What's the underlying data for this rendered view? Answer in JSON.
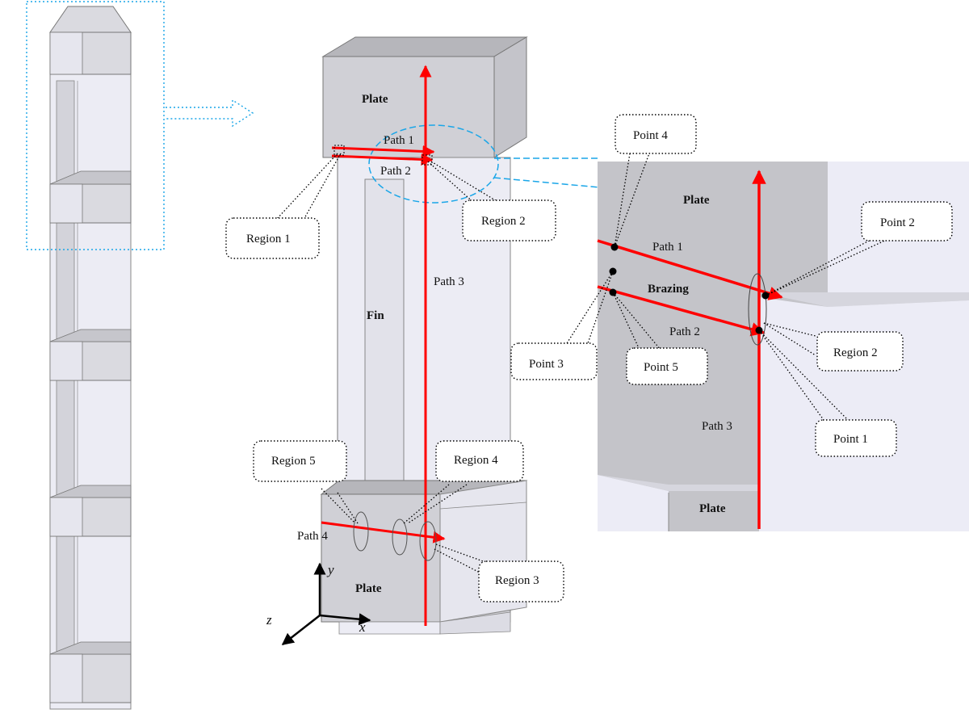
{
  "labels": {
    "plate_top": "Plate",
    "plate_bottom": "Plate",
    "fin": "Fin",
    "path1": "Path 1",
    "path2": "Path 2",
    "path3": "Path 3",
    "path4": "Path 4",
    "region1": "Region 1",
    "region2": "Region 2",
    "region3": "Region 3",
    "region4": "Region 4",
    "region5": "Region 5"
  },
  "axes": {
    "x": "x",
    "y": "y",
    "z": "z"
  },
  "detail": {
    "plate_top": "Plate",
    "plate_bottom": "Plate",
    "brazing": "Brazing",
    "path1": "Path 1",
    "path2": "Path 2",
    "path3": "Path 3",
    "point1": "Point 1",
    "point2": "Point 2",
    "point3": "Point 3",
    "point4": "Point 4",
    "point5": "Point 5",
    "region2": "Region 2"
  },
  "colors": {
    "path_red": "#ff0000",
    "highlight_blue": "#1aa6e8",
    "face_light": "#ebebf5",
    "face_mid": "#d0d0d8",
    "face_dark": "#b4b4b9",
    "detail_bg": "#c4c4c9",
    "detail_right": "#ececf6"
  }
}
